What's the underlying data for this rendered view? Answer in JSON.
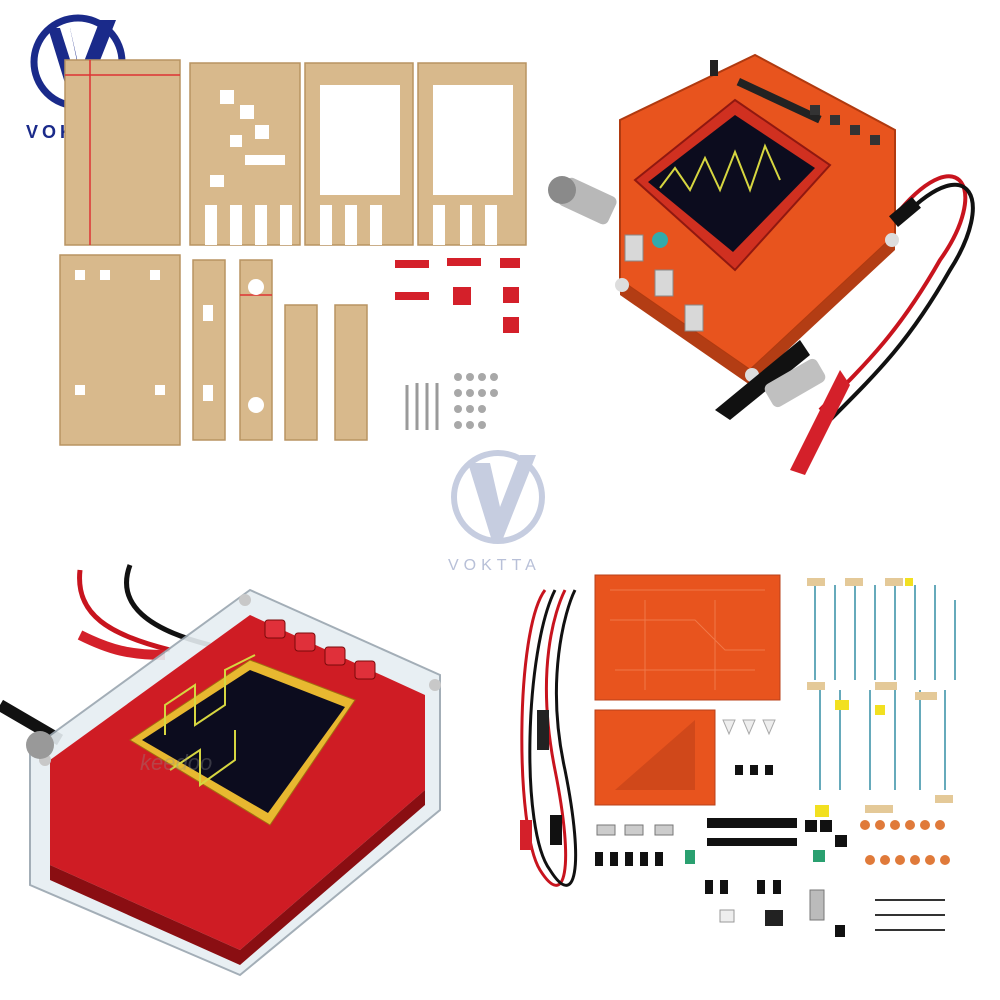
{
  "brand": {
    "logo_text": "VOKTTA",
    "watermark_text": "VOKTTA",
    "shop_watermark": "keedoo"
  },
  "colors": {
    "brand_blue": "#1a2a8a",
    "acrylic": "#d8b98c",
    "pcb_orange": "#e8541e",
    "pcb_red": "#c8141e",
    "screen_bg": "#0c0c1e",
    "trace_yellow": "#d6d640"
  },
  "panels": [
    {
      "id": "acrylic-case-kit"
    },
    {
      "id": "assembled-oscilloscope-board"
    },
    {
      "id": "oscilloscope-in-clear-case"
    },
    {
      "id": "diy-component-kit"
    }
  ]
}
